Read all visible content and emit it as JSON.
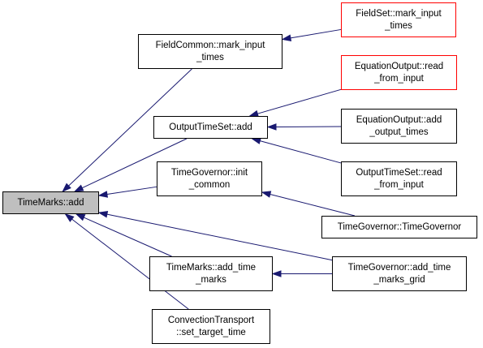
{
  "colors": {
    "edge": "#191970",
    "node_border": "#000000",
    "truncated_border": "#ff0000",
    "root_fill": "#bfbfbf"
  },
  "nodes": {
    "root": {
      "lines": [
        "TimeMarks::add"
      ]
    },
    "field_common": {
      "lines": [
        "FieldCommon::mark_input",
        "_times"
      ]
    },
    "field_set": {
      "lines": [
        "FieldSet::mark_input",
        "_times"
      ]
    },
    "output_time_set_add": {
      "lines": [
        "OutputTimeSet::add"
      ]
    },
    "eq_output_read": {
      "lines": [
        "EquationOutput::read",
        "_from_input"
      ]
    },
    "eq_output_add": {
      "lines": [
        "EquationOutput::add",
        "_output_times"
      ]
    },
    "output_time_set_read": {
      "lines": [
        "OutputTimeSet::read",
        "_from_input"
      ]
    },
    "tg_init": {
      "lines": [
        "TimeGovernor::init",
        "_common"
      ]
    },
    "tg_ctor": {
      "lines": [
        "TimeGovernor::TimeGovernor"
      ]
    },
    "tm_add_time": {
      "lines": [
        "TimeMarks::add_time",
        "_marks"
      ]
    },
    "tg_add_grid": {
      "lines": [
        "TimeGovernor::add_time",
        "_marks_grid"
      ]
    },
    "conv_transport": {
      "lines": [
        "ConvectionTransport",
        "::set_target_time"
      ]
    }
  },
  "edges": [
    [
      "field_common",
      "root"
    ],
    [
      "output_time_set_add",
      "root"
    ],
    [
      "tg_init",
      "root"
    ],
    [
      "tm_add_time",
      "root"
    ],
    [
      "tg_add_grid",
      "root"
    ],
    [
      "conv_transport",
      "root"
    ],
    [
      "field_set",
      "field_common"
    ],
    [
      "eq_output_read",
      "output_time_set_add"
    ],
    [
      "eq_output_add",
      "output_time_set_add"
    ],
    [
      "output_time_set_read",
      "output_time_set_add"
    ],
    [
      "tg_ctor",
      "tg_init"
    ],
    [
      "tg_add_grid",
      "tm_add_time"
    ]
  ]
}
